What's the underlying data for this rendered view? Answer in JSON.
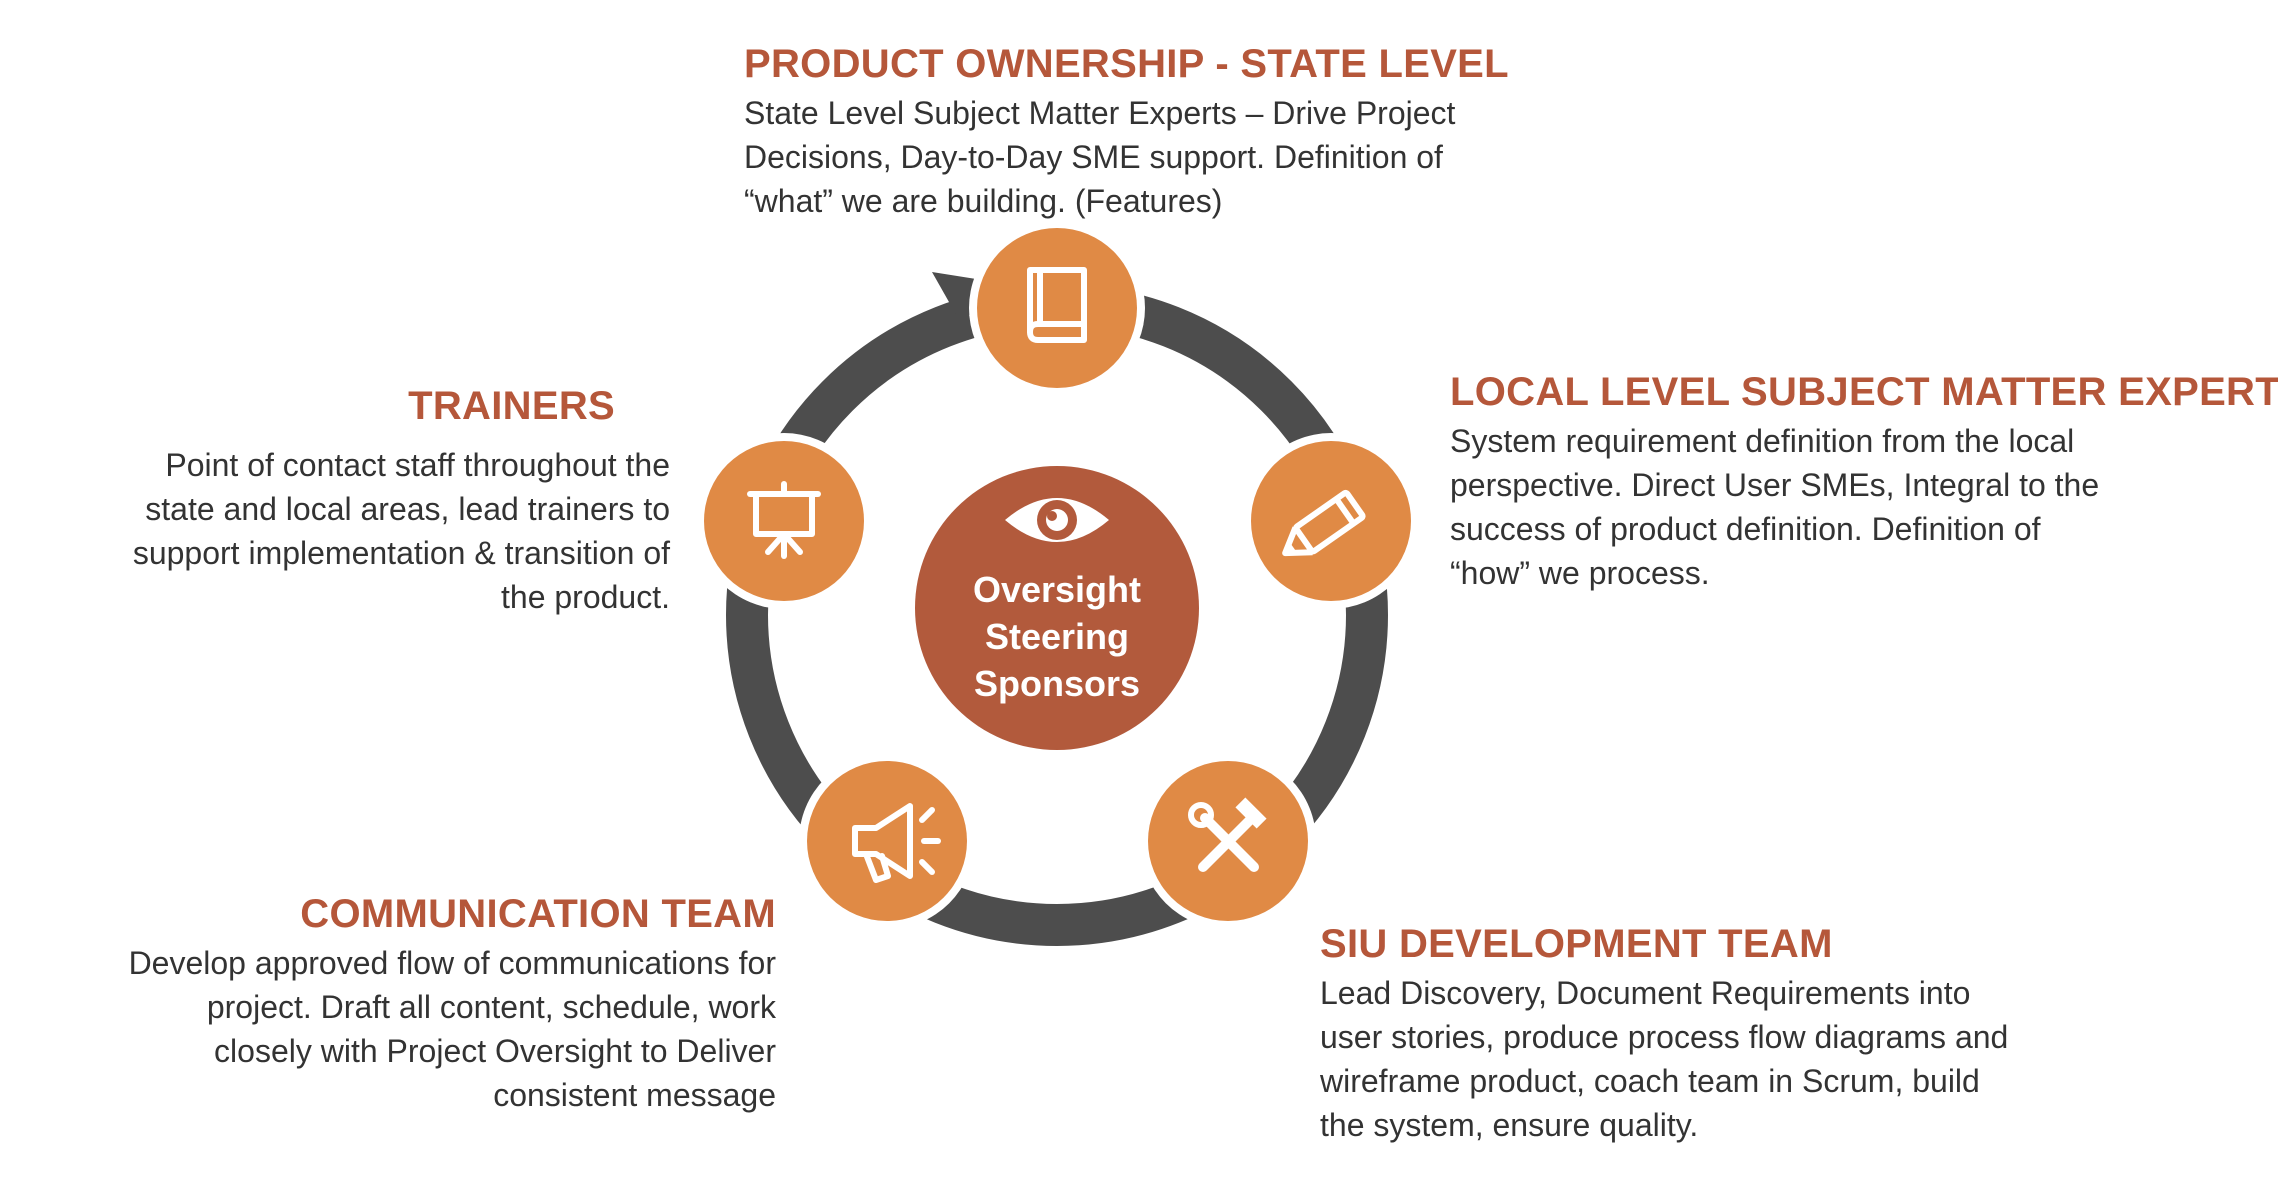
{
  "colors": {
    "accent": "#E08A45",
    "center": "#B25A3C",
    "heading": "#B5573A",
    "ring": "#4D4D4D",
    "text": "#333333"
  },
  "center": {
    "icon": "eye-icon",
    "lines": [
      "Oversight",
      "Steering",
      "Sponsors"
    ]
  },
  "nodes": [
    {
      "id": "product-ownership",
      "icon": "book-icon",
      "title": "PRODUCT OWNERSHIP - STATE LEVEL",
      "lines": [
        "State Level Subject Matter Experts – Drive Project",
        "Decisions, Day-to-Day SME support. Definition of",
        "“what” we are building. (Features)"
      ]
    },
    {
      "id": "local-sme",
      "icon": "pencil-icon",
      "title": "LOCAL LEVEL SUBJECT MATTER EXPERTS",
      "lines": [
        "System requirement definition from the local",
        "perspective. Direct User SMEs, Integral to the",
        "success of product definition.  Definition of",
        "“how” we process."
      ]
    },
    {
      "id": "siu-development",
      "icon": "tools-icon",
      "title": "SIU DEVELOPMENT TEAM",
      "lines": [
        "Lead Discovery, Document Requirements into",
        "user stories, produce process flow diagrams and",
        "wireframe product, coach team in Scrum, build",
        "the system, ensure quality."
      ]
    },
    {
      "id": "communication",
      "icon": "megaphone-icon",
      "title": "COMMUNICATION TEAM",
      "lines": [
        "Develop approved flow of communications for",
        "project. Draft all content, schedule, work",
        "closely with Project Oversight to Deliver",
        "consistent message"
      ]
    },
    {
      "id": "trainers",
      "icon": "presentation-board-icon",
      "title": "TRAINERS",
      "lines": [
        "Point of contact staff throughout the",
        "state and local areas, lead trainers to",
        "support implementation & transition of",
        "the product."
      ]
    }
  ]
}
